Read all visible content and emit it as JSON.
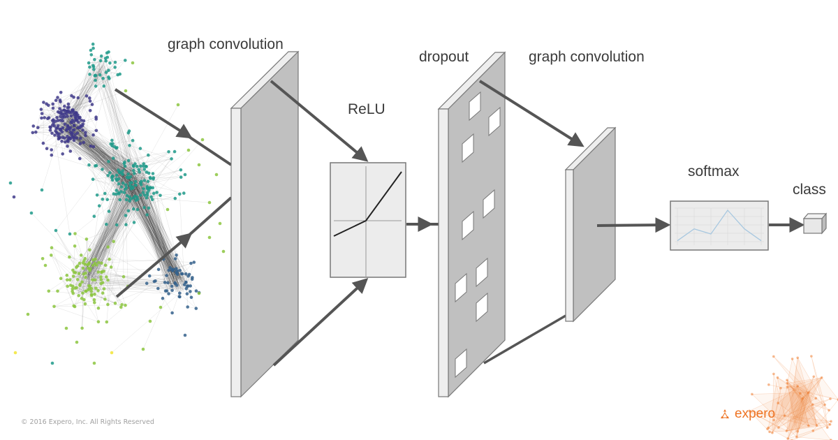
{
  "diagram": {
    "title": "Graph convolutional network pipeline",
    "stages": [
      {
        "id": "input-graph",
        "label": ""
      },
      {
        "id": "graph-convolution-1",
        "label": "graph convolution"
      },
      {
        "id": "relu",
        "label": "ReLU"
      },
      {
        "id": "dropout",
        "label": "dropout"
      },
      {
        "id": "graph-convolution-2",
        "label": "graph convolution"
      },
      {
        "id": "softmax",
        "label": "softmax"
      },
      {
        "id": "class",
        "label": "class"
      }
    ],
    "graph_cluster_colors": {
      "purple": "#3f3a8a",
      "teal": "#1f9a8a",
      "blue": "#35618c",
      "green": "#8cc63f",
      "yellow": "#f2e535"
    },
    "softmax_curve": [
      0.05,
      0.42,
      0.26,
      1.0,
      0.42,
      0.05
    ],
    "dropout_holes": 9
  },
  "footer": {
    "copyright": "© 2016 Expero, Inc. All Rights Reserved"
  },
  "brand": {
    "name": "expero",
    "color": "#ee7322"
  }
}
